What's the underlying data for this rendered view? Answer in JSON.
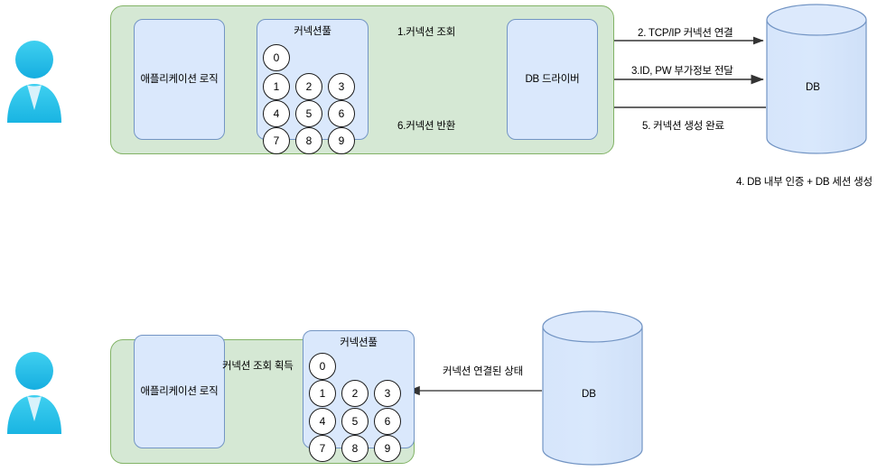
{
  "diagram": {
    "title": "DB Connection Pool Sequence Diagram",
    "colors": {
      "group_fill": "#d5e8d4",
      "group_stroke": "#82b366",
      "box_fill": "#dae8fc",
      "box_stroke": "#7395c4",
      "circle_fill": "#ffffff",
      "circle_stroke": "#1a1a1a",
      "actor_cyan": "#29c0e8",
      "arrow_stroke": "#4d4d4d"
    }
  },
  "top": {
    "actor": {
      "name": "user-actor"
    },
    "app_logic": {
      "label": "애플리케이션 로직"
    },
    "pool": {
      "title": "커넥션풀",
      "slots": [
        "0",
        "1",
        "2",
        "3",
        "4",
        "5",
        "6",
        "7",
        "8",
        "9"
      ]
    },
    "driver": {
      "label": "DB 드라이버"
    },
    "database": {
      "label": "DB"
    },
    "edges": [
      {
        "id": "edge-1",
        "label": "1.커넥션 조회",
        "direction": "right"
      },
      {
        "id": "edge-6",
        "label": "6.커넥션 반환",
        "direction": "left"
      },
      {
        "id": "edge-2",
        "label": "2. TCP/IP 커넥션 연결",
        "direction": "right"
      },
      {
        "id": "edge-3",
        "label": "3.ID, PW 부가정보 전달",
        "direction": "right"
      },
      {
        "id": "edge-5",
        "label": "5. 커넥션 생성 완료",
        "direction": "left"
      }
    ],
    "caption": "4. DB 내부 인증 + DB 세션 생성"
  },
  "bottom": {
    "actor": {
      "name": "user-actor"
    },
    "app_logic": {
      "label": "애플리케이션 로직"
    },
    "pool": {
      "title": "커넥션풀",
      "slots": [
        "0",
        "1",
        "2",
        "3",
        "4",
        "5",
        "6",
        "7",
        "8",
        "9"
      ]
    },
    "database": {
      "label": "DB"
    },
    "edges": [
      {
        "id": "edge-acquire",
        "label": "커넥션 조회 획득",
        "direction": "both"
      },
      {
        "id": "edge-connected",
        "label": "커넥션 연결된 상태",
        "direction": "left"
      }
    ]
  }
}
